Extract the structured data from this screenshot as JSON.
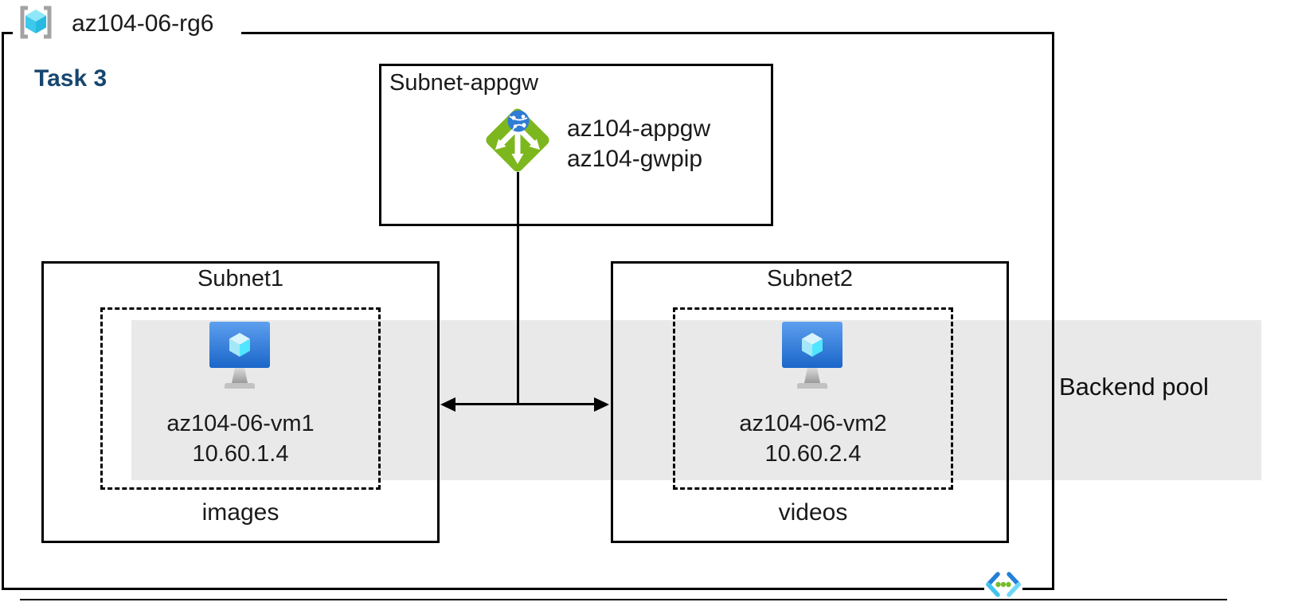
{
  "resource_group": {
    "name": "az104-06-rg6"
  },
  "task": {
    "label": "Task 3"
  },
  "appgw_subnet": {
    "label": "Subnet-appgw",
    "gateway_name": "az104-appgw",
    "gateway_public_ip": "az104-gwpip"
  },
  "subnet1": {
    "label": "Subnet1",
    "vm_name": "az104-06-vm1",
    "vm_ip": "10.60.1.4",
    "content_label": "images"
  },
  "subnet2": {
    "label": "Subnet2",
    "vm_name": "az104-06-vm2",
    "vm_ip": "10.60.2.4",
    "content_label": "videos"
  },
  "backend_pool": {
    "label": "Backend pool"
  },
  "icons": {
    "resource_group": "resource-group-icon",
    "virtual_machine": "virtual-machine-icon",
    "application_gateway": "application-gateway-icon",
    "virtual_network": "virtual-network-icon"
  },
  "colors": {
    "band_gray": "#E9E9E9",
    "task_heading_blue": "#17466F",
    "gateway_green": "#7DB71E",
    "vm_blue_top": "#5EA0EF",
    "vm_blue_bottom": "#1A66C9",
    "cube_cyan": "#50E6FF",
    "line_black": "#000000"
  }
}
